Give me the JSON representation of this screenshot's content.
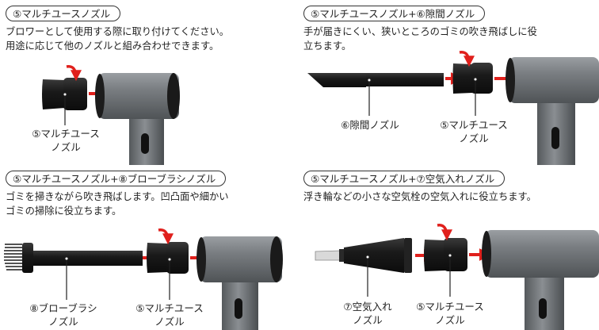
{
  "panels": [
    {
      "title": "⑤マルチユースノズル",
      "description": "ブロワーとして使用する際に取り付けてください。\n用途に応じて他のノズルと組み合わせできます。",
      "labels": [
        "⑤マルチユース\nノズル"
      ]
    },
    {
      "title": "⑤マルチユースノズル+⑥隙間ノズル",
      "description": "手が届きにくい、狭いところのゴミの吹き飛ばしに役\n立ちます。",
      "labels": [
        "⑥隙間ノズル",
        "⑤マルチユース\nノズル"
      ]
    },
    {
      "title": "⑤マルチユースノズル+⑧ブローブラシノズル",
      "description": "ゴミを掃きながら吹き飛ばします。凹凸面や細かい\nゴミの掃除に役立ちます。",
      "labels": [
        "⑧ブローブラシ\nノズル",
        "⑤マルチユース\nノズル"
      ]
    },
    {
      "title": "⑤マルチユースノズル+⑦空気入れノズル",
      "description": "浮き輪などの小さな空気栓の空気入れに役立ちます。",
      "labels": [
        "⑦空気入れ\nノズル",
        "⑤マルチユース\nノズル"
      ]
    }
  ],
  "colors": {
    "arrow": "#e0201c",
    "body": "#6b6f73",
    "nozzle": "#1b1b1b"
  }
}
